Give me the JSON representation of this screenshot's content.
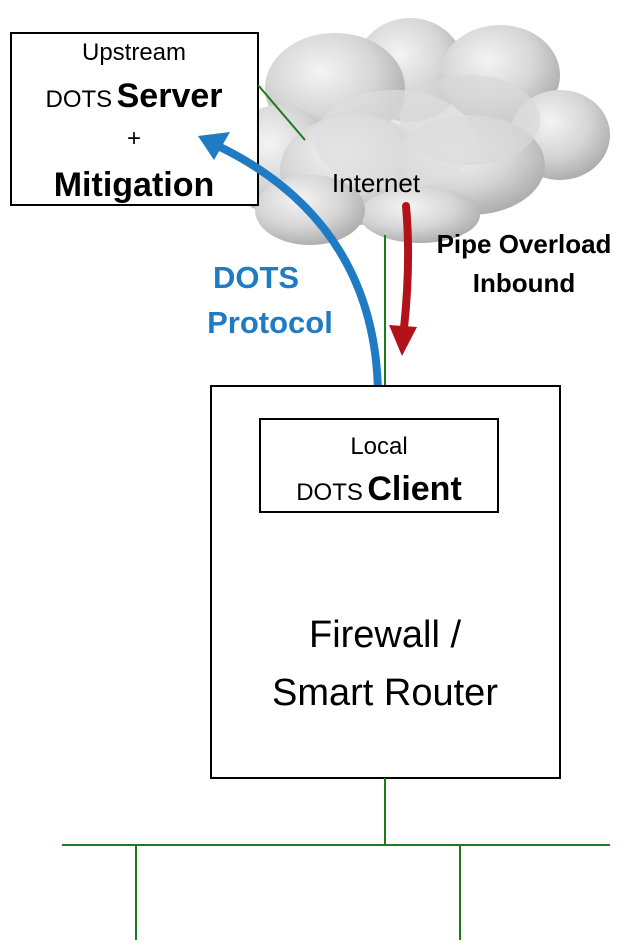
{
  "server_box": {
    "line1": "Upstream",
    "line2_prefix": "DOTS",
    "line2_bold": "Server",
    "line3": "+",
    "line4": "Mitigation"
  },
  "cloud": {
    "label": "Internet"
  },
  "protocol_label": {
    "line1": "DOTS",
    "line2": "Protocol"
  },
  "overload_label": {
    "line1": "Pipe Overload",
    "line2": "Inbound"
  },
  "client_box": {
    "line1": "Local",
    "line2_prefix": "DOTS",
    "line2_bold": "Client"
  },
  "router_box": {
    "line1": "Firewall /",
    "line2": "Smart Router"
  },
  "colors": {
    "protocol_blue": "#1f7bc4",
    "overload_red": "#b3121a",
    "network_green": "#1e7a1e",
    "cloud_gray": "#c8c8c8"
  }
}
